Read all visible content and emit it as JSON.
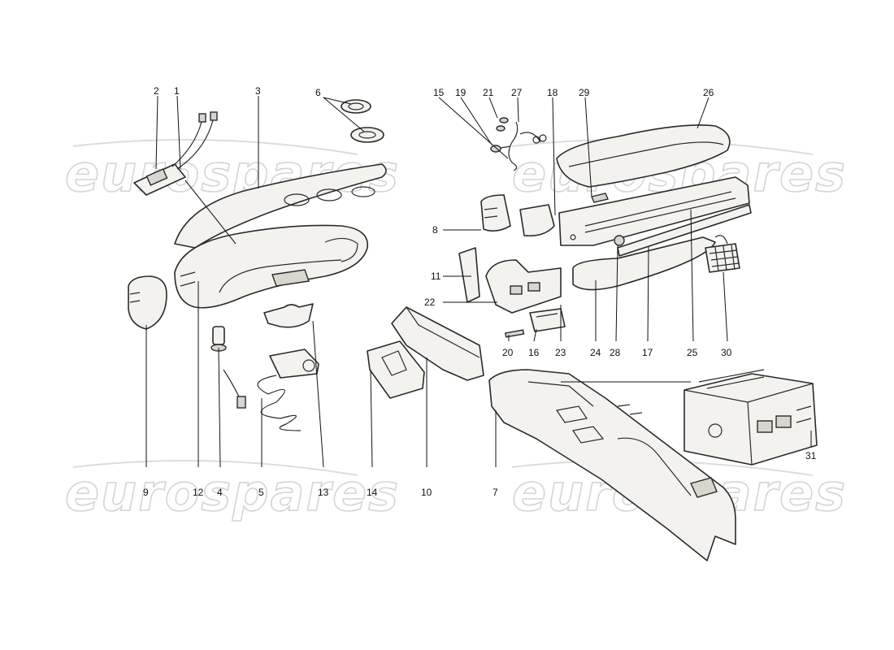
{
  "watermark": {
    "text": "eurospares"
  },
  "callouts": [
    "1",
    "2",
    "3",
    "4",
    "5",
    "6",
    "7",
    "8",
    "9",
    "10",
    "11",
    "12",
    "13",
    "14",
    "15",
    "16",
    "17",
    "18",
    "19",
    "20",
    "21",
    "22",
    "23",
    "24",
    "25",
    "26",
    "27",
    "28",
    "29",
    "30",
    "31"
  ]
}
